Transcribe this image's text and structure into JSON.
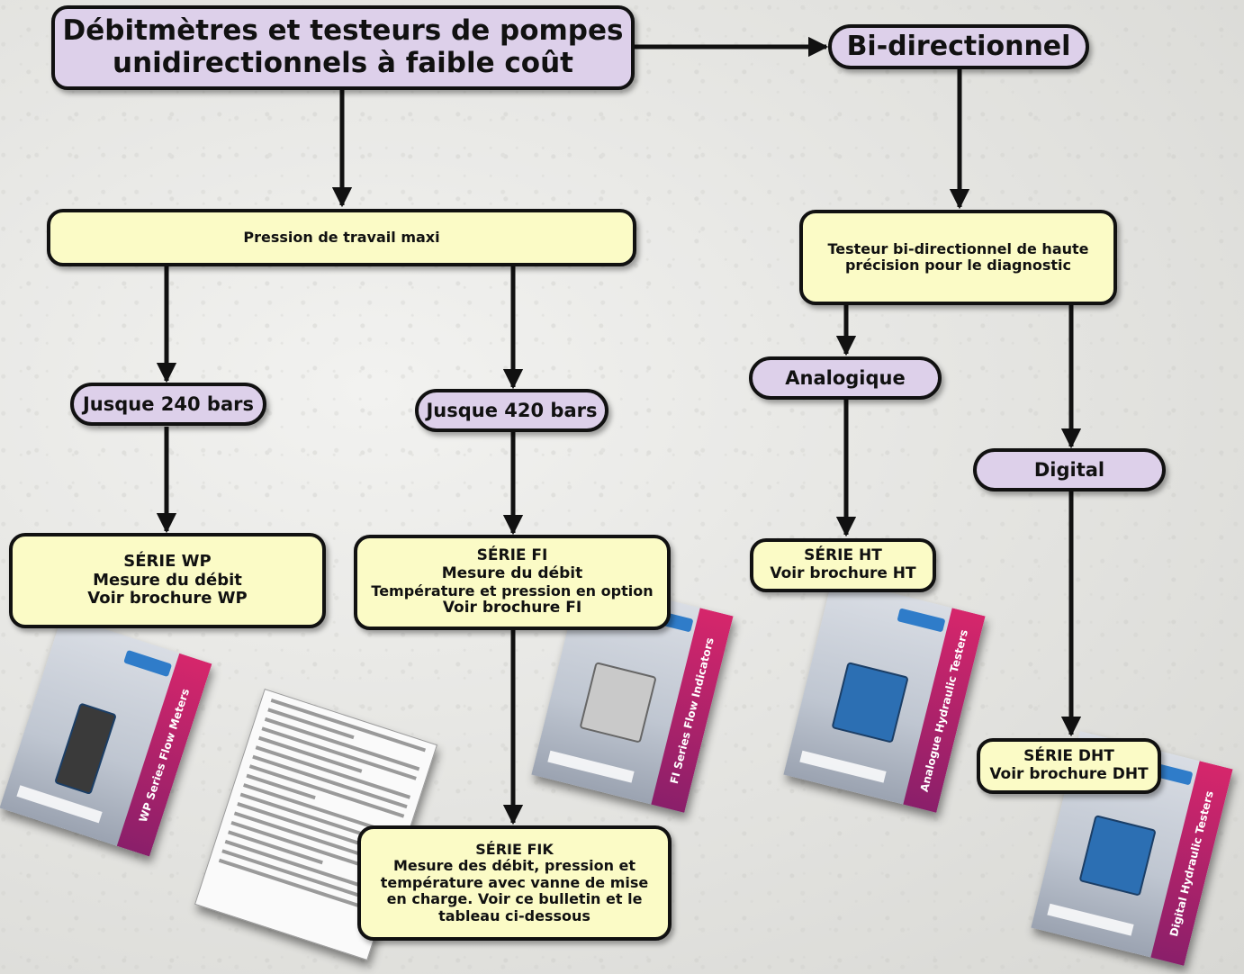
{
  "nodes": {
    "top": {
      "line1": "Débitmètres et testeurs de pompes",
      "line2": "unidirectionnels à faible coût"
    },
    "bidir": "Bi-directionnel",
    "pression": "Pression de travail maxi",
    "testeur": {
      "line1": "Testeur bi-directionnel de haute",
      "line2": "précision pour le diagnostic"
    },
    "j240": "Jusque 240 bars",
    "j420": "Jusque 420 bars",
    "analogique": "Analogique",
    "digital": "Digital",
    "wp": {
      "title": "SÉRIE WP",
      "l1": "Mesure du débit",
      "l2": "Voir brochure WP"
    },
    "fi": {
      "title": "SÉRIE FI",
      "l1": "Mesure du débit",
      "l2": "Température et pression en option",
      "l3": "Voir brochure FI"
    },
    "ht": {
      "title": "SÉRIE HT",
      "l1": "Voir brochure HT"
    },
    "dht": {
      "title": "SÉRIE DHT",
      "l1": "Voir brochure DHT"
    },
    "fik": {
      "title": "SÉRIE FIK",
      "l1": "Mesure des débit, pression et",
      "l2": "température avec vanne de mise",
      "l3": "en charge. Voir ce bulletin et le",
      "l4": "tableau ci-dessous"
    }
  },
  "brochures": {
    "wp": "WP Series Flow Meters",
    "fi": "FI Series Flow Indicators",
    "ht": "Analogue Hydraulic Testers",
    "dht": "Digital Hydraulic Testers"
  },
  "colors": {
    "purple": "#ddd0ea",
    "yellow": "#fbfbc6",
    "line": "#111111"
  }
}
